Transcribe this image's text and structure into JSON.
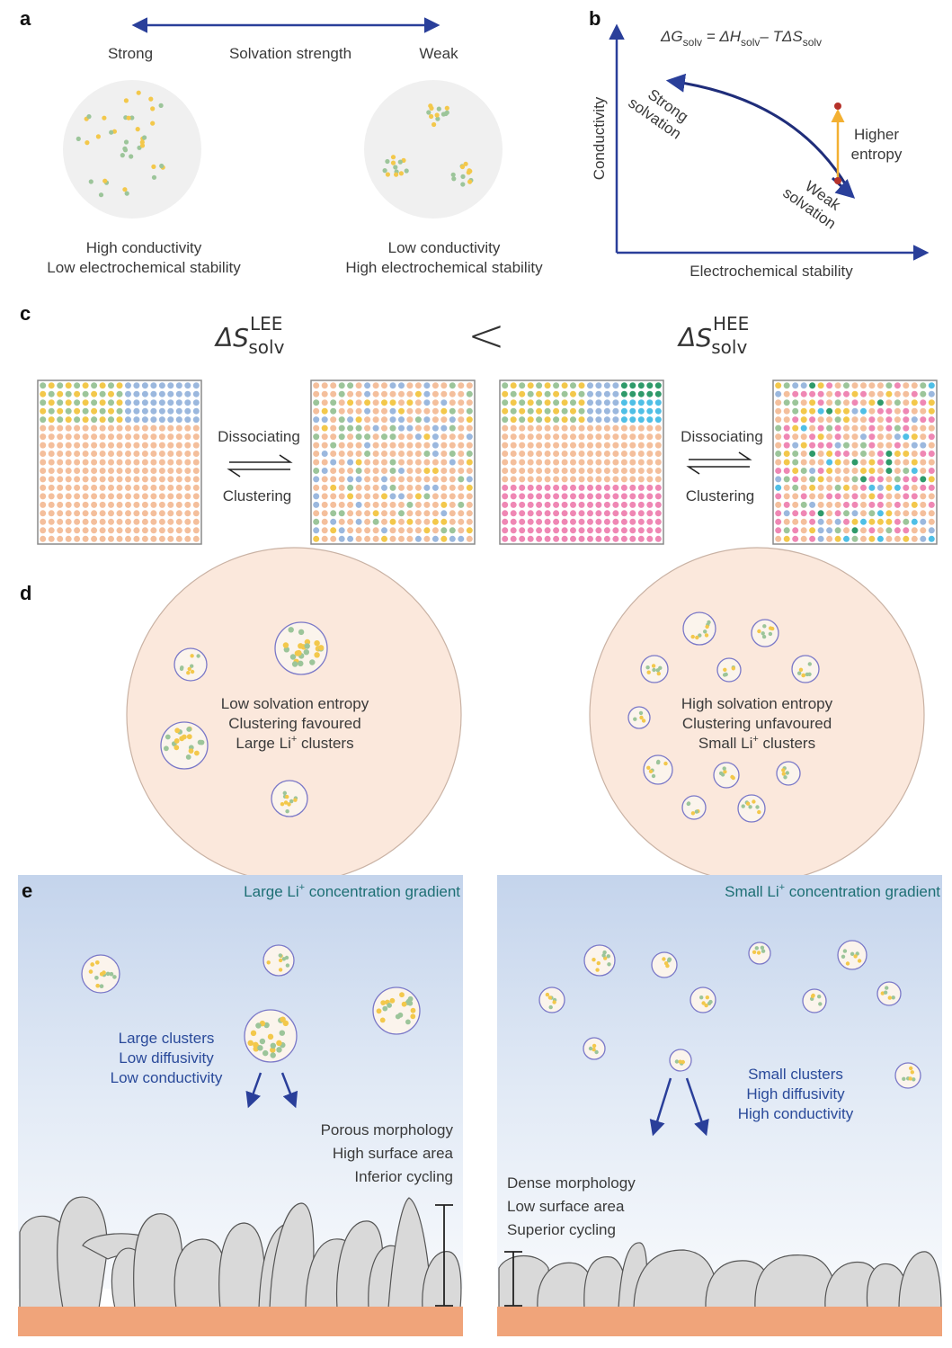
{
  "panel_a": {
    "label": "a",
    "strong": "Strong",
    "axis": "Solvation strength",
    "weak": "Weak",
    "left_caption": [
      "High conductivity",
      "Low electrochemical stability"
    ],
    "right_caption": [
      "Low conductivity",
      "High electrochemical stability"
    ]
  },
  "panel_b": {
    "label": "b",
    "eq": {
      "lhs": "ΔG",
      "lhs_sub": "solv",
      "eq1": " = ΔH",
      "sub1": "solv",
      "minus": "– TΔS",
      "sub2": "solv"
    },
    "ylabel": "Conductivity",
    "xlabel": "Electrochemical stability",
    "strong": [
      "Strong",
      "solvation"
    ],
    "weak": [
      "Weak",
      "solvation"
    ],
    "entropy": [
      "Higher",
      "entropy"
    ]
  },
  "panel_c": {
    "label": "c",
    "lee": {
      "delta": "ΔS",
      "sup": "LEE",
      "sub": "solv"
    },
    "less": "<",
    "hee": {
      "delta": "ΔS",
      "sup": "HEE",
      "sub": "solv"
    },
    "dissociating": "Dissociating",
    "clustering": "Clustering"
  },
  "panel_d": {
    "label": "d",
    "left": {
      "line1": "Low solvation entropy",
      "line2": "Clustering favoured",
      "line3_pre": "Large Li",
      "sup": "+",
      "line3_post": " clusters"
    },
    "right": {
      "line1": "High solvation entropy",
      "line2": "Clustering unfavoured",
      "line3_pre": "Small Li",
      "sup": "+",
      "line3_post": " clusters"
    }
  },
  "panel_e": {
    "label": "e",
    "left_title": {
      "pre": "Large Li",
      "sup": "+",
      "post": " concentration gradient"
    },
    "right_title": {
      "pre": "Small Li",
      "sup": "+",
      "post": " concentration gradient"
    },
    "left_clusters": [
      "Large clusters",
      "Low diffusivity",
      "Low conductivity"
    ],
    "left_morph": [
      "Porous morphology",
      "High surface area",
      "Inferior cycling"
    ],
    "right_clusters": [
      "Small clusters",
      "High diffusivity",
      "High conductivity"
    ],
    "right_morph": [
      "Dense morphology",
      "Low surface area",
      "Superior cycling"
    ]
  },
  "colors": {
    "navy": "#2a3f9a",
    "yellow": "#f3c84b",
    "green": "#9cc59a",
    "orange_dot": "#f4bf9c",
    "blue_dot": "#9bb8de",
    "pink_dot": "#ef87b4",
    "cyan_dot": "#4fbfe6",
    "teal_dot": "#2f9a6a",
    "substrate": "#f0a47a",
    "deposit": "#d9d9d9"
  }
}
